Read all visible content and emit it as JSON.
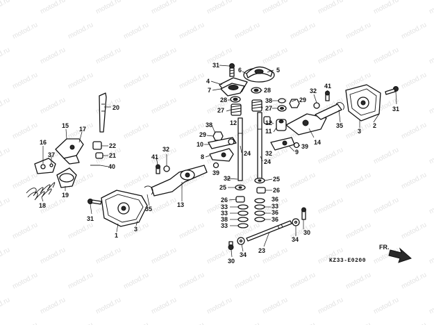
{
  "diagram": {
    "code": "KZ33-E0200",
    "direction_label": "FR.",
    "watermark": "motod.ru",
    "part_labels": [
      {
        "id": "l31a",
        "text": "31"
      },
      {
        "id": "l6",
        "text": "6"
      },
      {
        "id": "l5",
        "text": "5"
      },
      {
        "id": "l4",
        "text": "4"
      },
      {
        "id": "l7",
        "text": "7"
      },
      {
        "id": "l28a",
        "text": "28"
      },
      {
        "id": "l38a",
        "text": "38"
      },
      {
        "id": "l28b",
        "text": "28"
      },
      {
        "id": "l27a",
        "text": "27"
      },
      {
        "id": "l27b",
        "text": "27"
      },
      {
        "id": "l12a",
        "text": "12"
      },
      {
        "id": "l12b",
        "text": "12"
      },
      {
        "id": "l11",
        "text": "11"
      },
      {
        "id": "l38b",
        "text": "38"
      },
      {
        "id": "l29a",
        "text": "29"
      },
      {
        "id": "l29b",
        "text": "29"
      },
      {
        "id": "l10",
        "text": "10"
      },
      {
        "id": "l8",
        "text": "8"
      },
      {
        "id": "l39a",
        "text": "39"
      },
      {
        "id": "l39b",
        "text": "39"
      },
      {
        "id": "l9",
        "text": "9"
      },
      {
        "id": "l32a",
        "text": "32"
      },
      {
        "id": "l24a",
        "text": "24"
      },
      {
        "id": "l24b",
        "text": "24"
      },
      {
        "id": "l32b",
        "text": "32"
      },
      {
        "id": "l25a",
        "text": "25"
      },
      {
        "id": "l25b",
        "text": "25"
      },
      {
        "id": "l26a",
        "text": "26"
      },
      {
        "id": "l26b",
        "text": "26"
      },
      {
        "id": "l33a",
        "text": "33"
      },
      {
        "id": "l33b",
        "text": "33"
      },
      {
        "id": "l33c",
        "text": "33"
      },
      {
        "id": "l36a",
        "text": "36"
      },
      {
        "id": "l36b",
        "text": "36"
      },
      {
        "id": "l36c",
        "text": "36"
      },
      {
        "id": "l38c",
        "text": "38"
      },
      {
        "id": "l33d",
        "text": "33"
      },
      {
        "id": "l23",
        "text": "23"
      },
      {
        "id": "l30a",
        "text": "30"
      },
      {
        "id": "l34a",
        "text": "34"
      },
      {
        "id": "l34b",
        "text": "34"
      },
      {
        "id": "l30b",
        "text": "30"
      },
      {
        "id": "l32c",
        "text": "32"
      },
      {
        "id": "l41a",
        "text": "41"
      },
      {
        "id": "l31b",
        "text": "31"
      },
      {
        "id": "l3a",
        "text": "3"
      },
      {
        "id": "l2",
        "text": "2"
      },
      {
        "id": "l35a",
        "text": "35"
      },
      {
        "id": "l14",
        "text": "14"
      },
      {
        "id": "l20",
        "text": "20"
      },
      {
        "id": "l15",
        "text": "15"
      },
      {
        "id": "l17",
        "text": "17"
      },
      {
        "id": "l16",
        "text": "16"
      },
      {
        "id": "l37",
        "text": "37"
      },
      {
        "id": "l22",
        "text": "22"
      },
      {
        "id": "l21",
        "text": "21"
      },
      {
        "id": "l40",
        "text": "40"
      },
      {
        "id": "l19",
        "text": "19"
      },
      {
        "id": "l18",
        "text": "18"
      },
      {
        "id": "l32d",
        "text": "32"
      },
      {
        "id": "l41b",
        "text": "41"
      },
      {
        "id": "l13",
        "text": "13"
      },
      {
        "id": "l35b",
        "text": "35"
      },
      {
        "id": "l31c",
        "text": "31"
      },
      {
        "id": "l1",
        "text": "1"
      },
      {
        "id": "l3b",
        "text": "3"
      }
    ]
  }
}
